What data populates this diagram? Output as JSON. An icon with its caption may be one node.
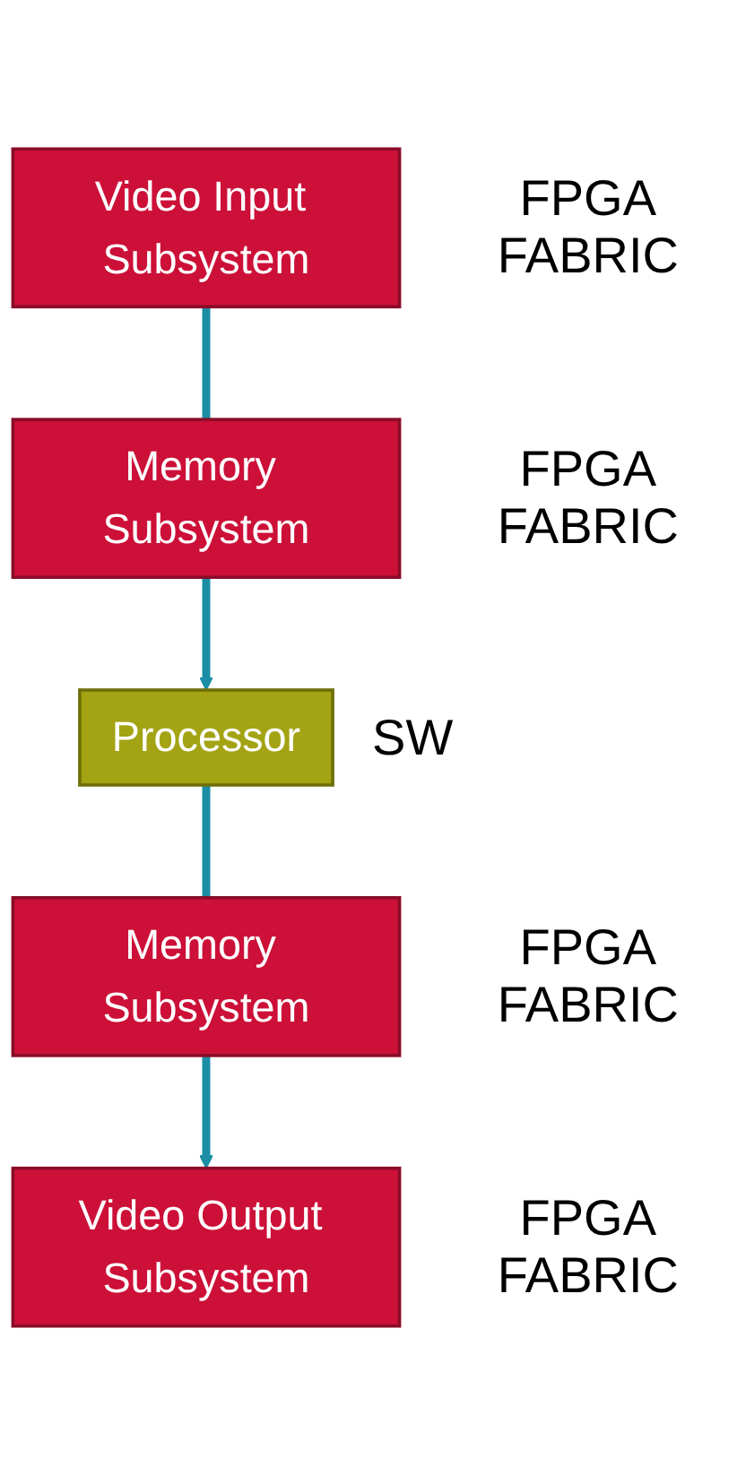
{
  "diagram": {
    "nodes": [
      {
        "text": [
          "Video Input Subsystem"
        ],
        "beside": [
          "FPGA FABRIC"
        ]
      },
      {
        "text": [
          "Memory Subsystem"
        ],
        "beside": [
          "FPGA FABRIC"
        ]
      },
      {
        "text": [
          "Processor"
        ],
        "beside": [
          "SW"
        ]
      },
      {
        "text": [
          "Memory Subsystem"
        ],
        "beside": [
          "FPGA FABRIC"
        ]
      },
      {
        "text": [
          "Video Output Subsystem"
        ],
        "beside": [
          "FPGA FABRIC"
        ]
      }
    ],
    "edges": [
      {
        "from": 0,
        "to": 1,
        "arrow": "none"
      },
      {
        "from": 1,
        "to": 2,
        "arrow": "to"
      },
      {
        "from": 2,
        "to": 3,
        "arrow": "none"
      },
      {
        "from": 3,
        "to": 4,
        "arrow": "to"
      }
    ]
  }
}
